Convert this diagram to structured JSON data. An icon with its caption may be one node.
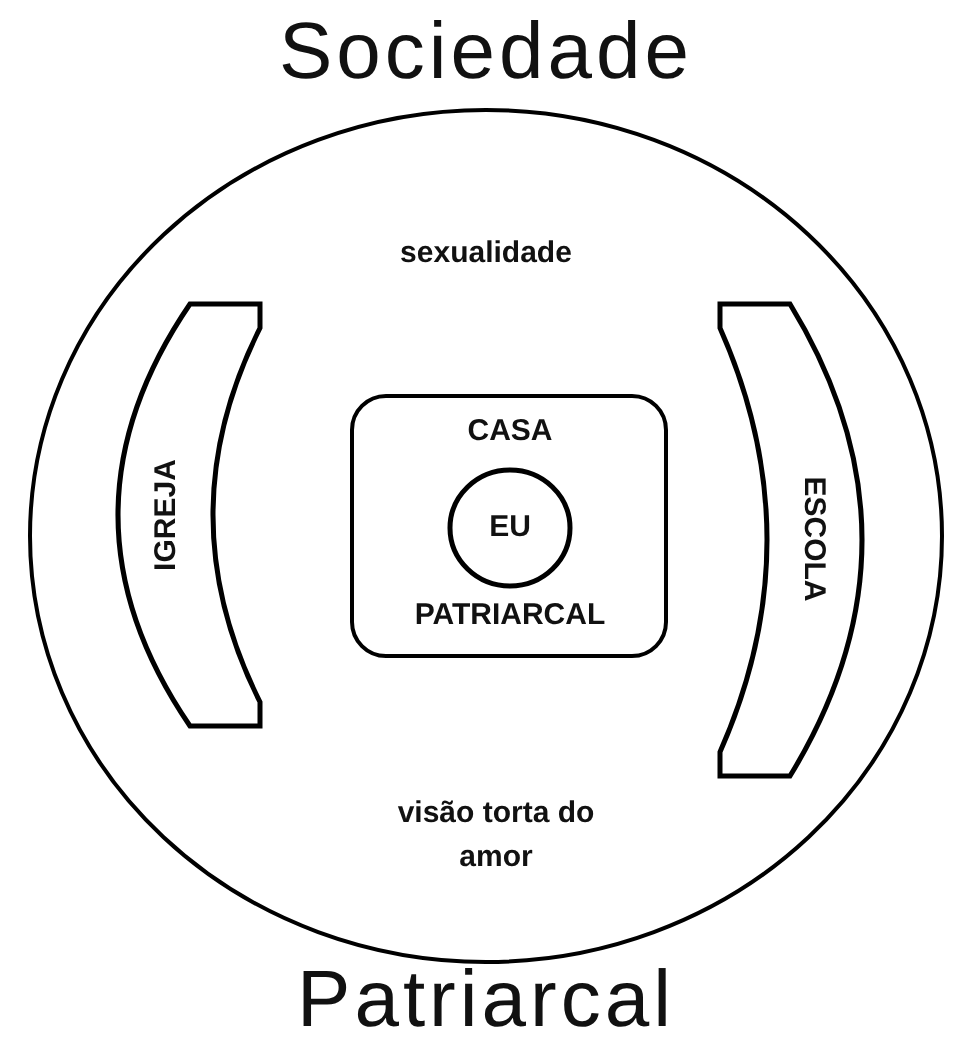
{
  "diagram": {
    "nodes": [
      {
        "text": [
          "Sociedade",
          "Patriarcal"
        ]
      },
      {
        "text": [
          "IGREJA"
        ],
        "in": 0
      },
      {
        "text": [
          "CASA",
          "PATRIARCAL"
        ],
        "in": 0
      },
      {
        "text": [
          "EU"
        ],
        "in": 2
      },
      {
        "text": [
          "ESCOLA"
        ],
        "in": 0
      }
    ],
    "labels": [
      "sexualidade",
      "visão torta do amor"
    ]
  }
}
